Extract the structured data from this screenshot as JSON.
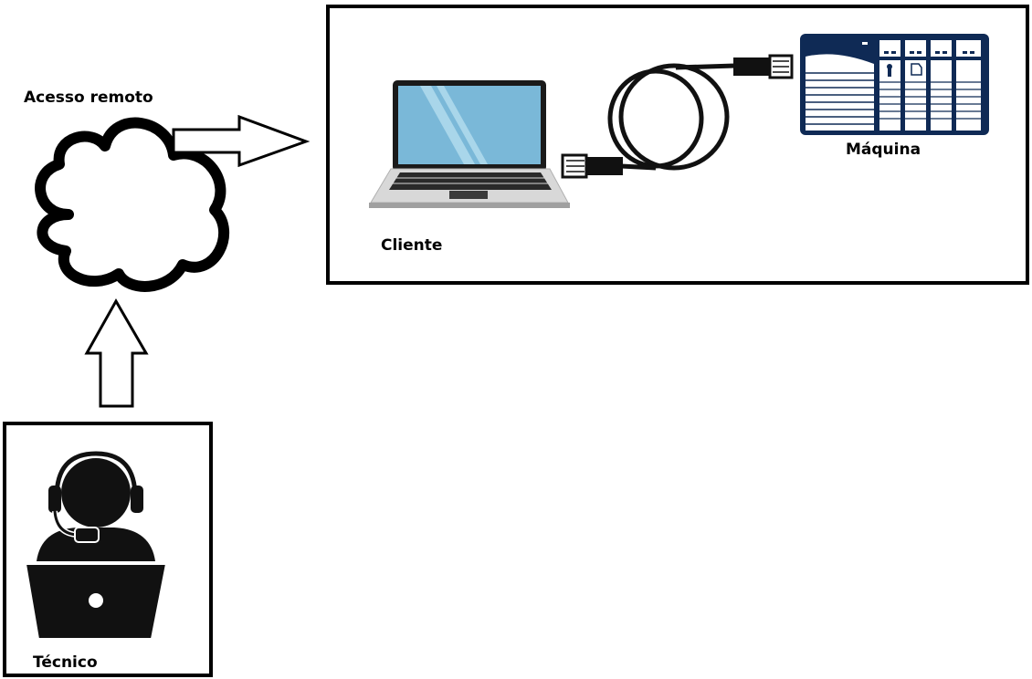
{
  "labels": {
    "remote_access": "Acesso remoto",
    "client": "Cliente",
    "machine": "Máquina",
    "technician": "Técnico"
  },
  "icons": {
    "cloud": "cloud-icon",
    "laptop": "laptop-icon",
    "cable": "ethernet-cable-icon",
    "machine": "plc-machine-icon",
    "technician": "support-technician-icon",
    "arrow_right": "arrow-right-icon",
    "arrow_up": "arrow-up-icon"
  },
  "colors": {
    "machine_blue": "#0f2a55",
    "laptop_screen": "#7ab8d8",
    "laptop_body": "#d8d8d8",
    "outline": "#000000"
  }
}
